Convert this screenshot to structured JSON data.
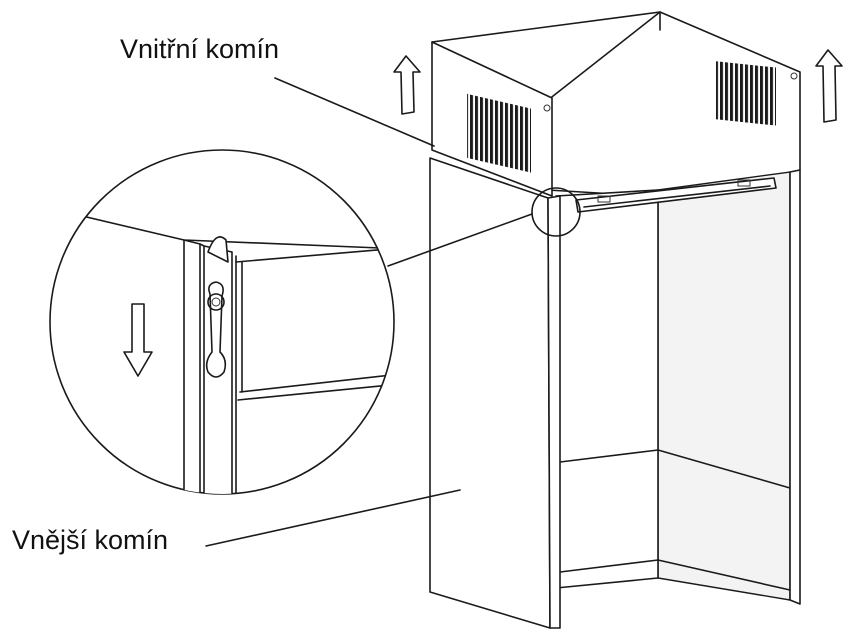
{
  "labels": {
    "inner_chimney": "Vnitřní komín",
    "outer_chimney": "Vnější komín"
  },
  "icons": {
    "up_arrow": "arrow-up-icon",
    "down_arrow": "arrow-down-icon",
    "magnifier": "detail-zoom-circle"
  },
  "colors": {
    "line": "#1a1a1a",
    "background": "#ffffff"
  }
}
